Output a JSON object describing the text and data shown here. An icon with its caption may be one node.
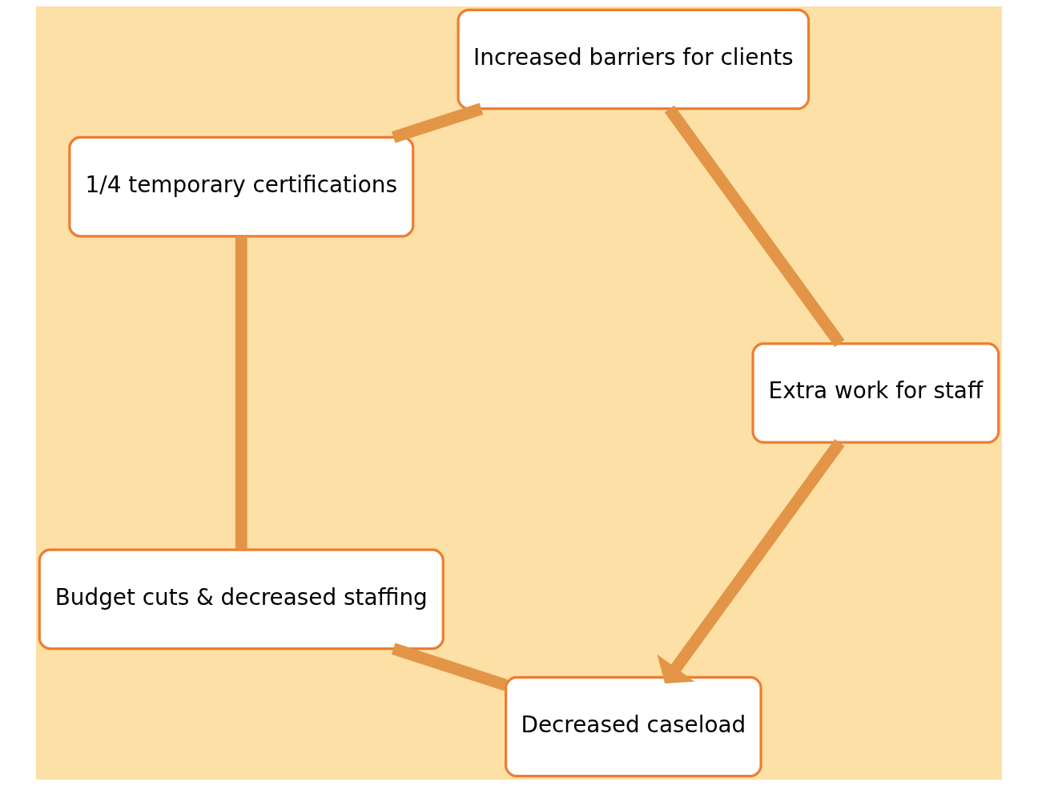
{
  "diagram": {
    "nodes": [
      {
        "text": [
          "Decreased caseload"
        ]
      },
      {
        "text": [
          "Budget cuts & decreased staffing"
        ]
      },
      {
        "text": [
          "1/4 temporary certifications"
        ]
      },
      {
        "text": [
          "Increased barriers for clients"
        ]
      },
      {
        "text": [
          "Extra work for staff"
        ]
      }
    ],
    "edges": [
      {
        "from": 0,
        "to": 1,
        "arrow": "none"
      },
      {
        "from": 1,
        "to": 2,
        "arrow": "none"
      },
      {
        "from": 2,
        "to": 3,
        "arrow": "none"
      },
      {
        "from": 3,
        "to": 4,
        "arrow": "none"
      },
      {
        "from": 4,
        "to": 0,
        "arrow": "to"
      }
    ]
  }
}
